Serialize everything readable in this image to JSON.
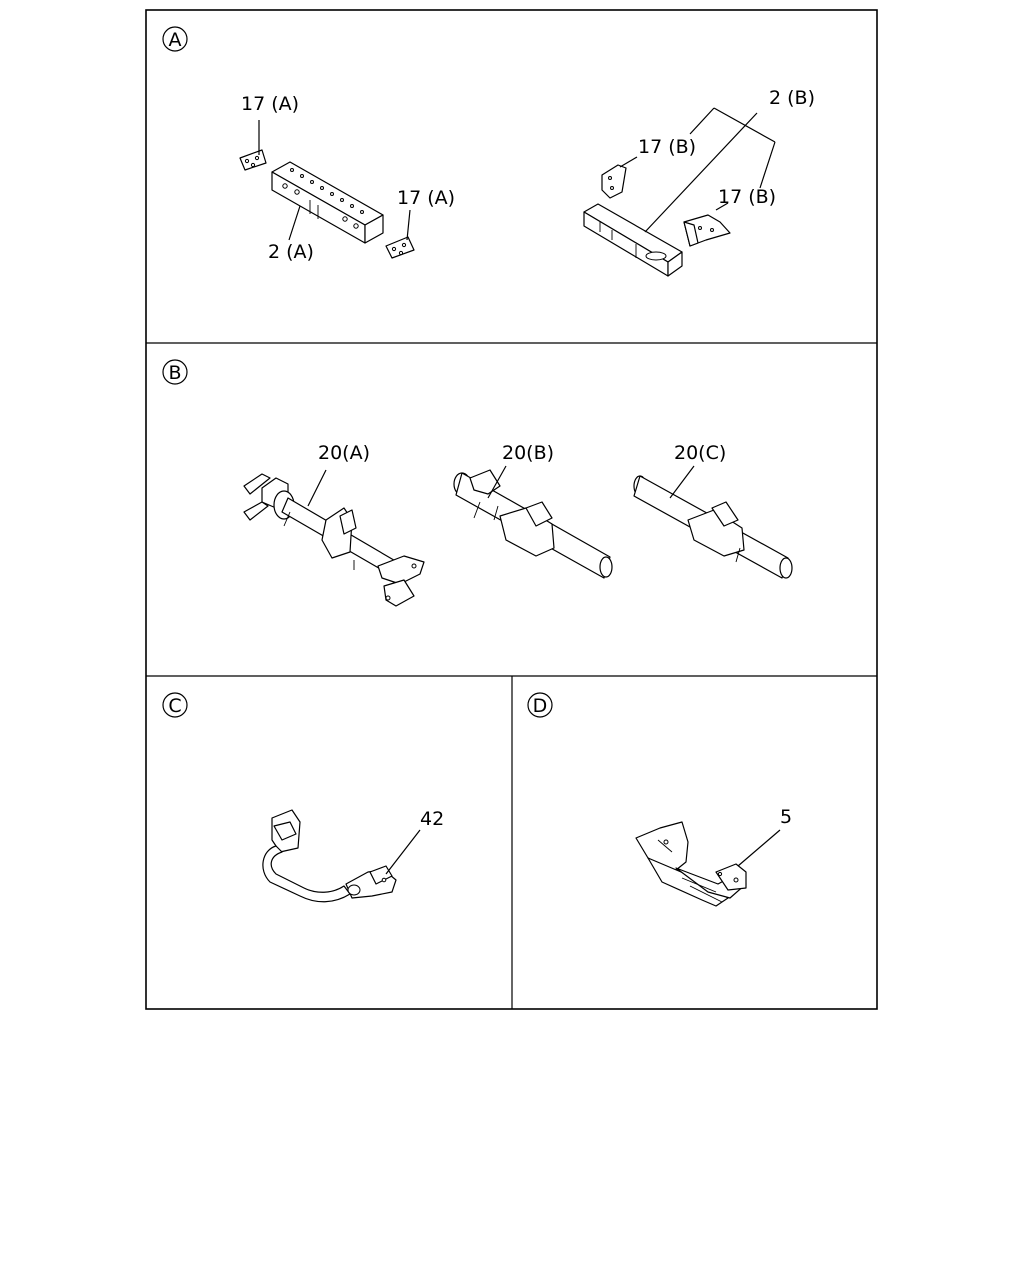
{
  "panels": [
    {
      "id": "A",
      "letter": "A"
    },
    {
      "id": "B",
      "letter": "B"
    },
    {
      "id": "C",
      "letter": "C"
    },
    {
      "id": "D",
      "letter": "D"
    }
  ],
  "labels": {
    "a_17a_top": "17 (A)",
    "a_17a_right": "17 (A)",
    "a_2a": "2 (A)",
    "a_2b": "2 (B)",
    "a_17b_top": "17 (B)",
    "a_17b_right": "17 (B)",
    "b_20a": "20(A)",
    "b_20b": "20(B)",
    "b_20c": "20(C)",
    "c_42": "42",
    "d_5": "5"
  }
}
